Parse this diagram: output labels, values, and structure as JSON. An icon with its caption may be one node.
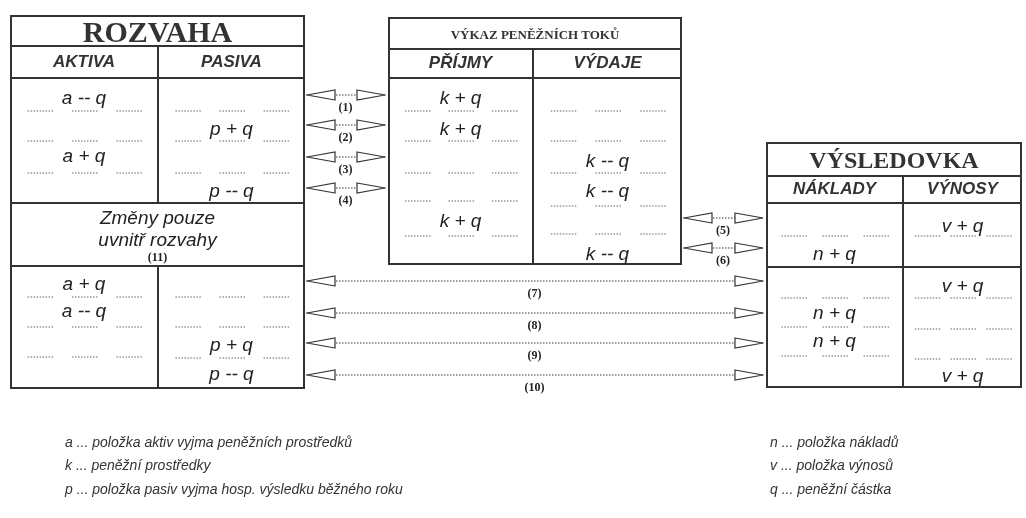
{
  "diagram": {
    "nodes": [
      {
        "text": [
          "ROZVAHA"
        ]
      },
      {
        "text": [
          "AKTIVA"
        ],
        "in": 0
      },
      {
        "text": [
          "PASIVA"
        ],
        "in": 0
      },
      {
        "text": [
          "a -- q",
          "a + q"
        ],
        "in": 0
      },
      {
        "text": [
          "p + q",
          "p -- q"
        ],
        "in": 0
      },
      {
        "text": [
          "Změny pouze uvnitř rozvahy",
          "(11)"
        ],
        "in": 0
      },
      {
        "text": [
          "a + q",
          "a -- q"
        ],
        "in": 0
      },
      {
        "text": [
          "p + q",
          "p -- q"
        ],
        "in": 0
      },
      {
        "text": [
          "VÝKAZ PENĚŽNÍCH TOKŮ"
        ]
      },
      {
        "text": [
          "PŘÍJMY"
        ],
        "in": 8
      },
      {
        "text": [
          "VÝDAJE"
        ],
        "in": 8
      },
      {
        "text": [
          "k + q",
          "k + q",
          "k + q"
        ],
        "in": 8
      },
      {
        "text": [
          "k -- q",
          "k -- q",
          "k -- q"
        ],
        "in": 8
      },
      {
        "text": [
          "VÝSLEDOVKA"
        ]
      },
      {
        "text": [
          "NÁKLADY"
        ],
        "in": 13
      },
      {
        "text": [
          "VÝNOSY"
        ],
        "in": 13
      },
      {
        "text": [
          "n + q"
        ],
        "in": 13
      },
      {
        "text": [
          "v + q"
        ],
        "in": 13
      },
      {
        "text": [
          "n + q",
          "n + q"
        ],
        "in": 13
      },
      {
        "text": [
          "v + q",
          "v + q"
        ],
        "in": 13
      }
    ],
    "edges": [
      {
        "from": 4,
        "to": 11,
        "arrow": "both",
        "style": "dashed",
        "label": "(1)"
      },
      {
        "from": 4,
        "to": 11,
        "arrow": "both",
        "style": "dashed",
        "label": "(2)"
      },
      {
        "from": 4,
        "to": 11,
        "arrow": "both",
        "style": "dashed",
        "label": "(3)"
      },
      {
        "from": 4,
        "to": 11,
        "arrow": "both",
        "style": "dashed",
        "label": "(4)"
      },
      {
        "from": 12,
        "to": 16,
        "arrow": "both",
        "style": "dashed",
        "label": "(5)"
      },
      {
        "from": 12,
        "to": 16,
        "arrow": "both",
        "style": "dashed",
        "label": "(6)"
      },
      {
        "from": 7,
        "to": 18,
        "arrow": "both",
        "style": "dashed",
        "label": "(7)"
      },
      {
        "from": 7,
        "to": 18,
        "arrow": "both",
        "style": "dashed",
        "label": "(8)"
      },
      {
        "from": 7,
        "to": 18,
        "arrow": "both",
        "style": "dashed",
        "label": "(9)"
      },
      {
        "from": 7,
        "to": 18,
        "arrow": "both",
        "style": "dashed",
        "label": "(10)"
      }
    ],
    "labels": [
      "a ... položka aktiv vyjma peněžních prostředků",
      "n ... položka nákladů",
      "k ... peněžní prostředky",
      "v ... položka výnosů",
      "p ... položka pasiv vyjma hosp. výsledku běžného roku",
      "q ... peněžní částka"
    ]
  }
}
